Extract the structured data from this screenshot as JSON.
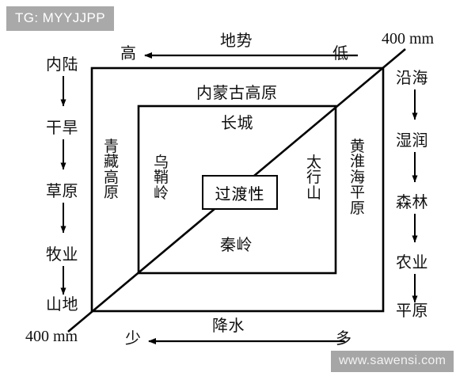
{
  "badge": {
    "text": "TG: MYYJJPP"
  },
  "watermark": {
    "text": "www.sawensi.com"
  },
  "axes": {
    "top": {
      "left_end": "高",
      "title": "地势",
      "right_end": "低"
    },
    "bottom": {
      "left_end": "少",
      "title": "降水",
      "right_end": "多"
    }
  },
  "isohyet": {
    "top_right_label": "400 mm",
    "bottom_left_label": "400 mm"
  },
  "left_chain": {
    "items": [
      {
        "label": "内陆"
      },
      {
        "label": "干旱"
      },
      {
        "label": "草原"
      },
      {
        "label": "牧业"
      },
      {
        "label": "山地"
      }
    ]
  },
  "right_chain": {
    "items": [
      {
        "label": "沿海"
      },
      {
        "label": "湿润"
      },
      {
        "label": "森林"
      },
      {
        "label": "农业"
      },
      {
        "label": "平原"
      }
    ]
  },
  "regions": {
    "outer_left_vertical": "青藏高原",
    "outer_right_vertical": "黄淮海平原",
    "outer_top": "内蒙古高原",
    "inner_top": "长城",
    "inner_left_vertical": "乌鞘岭",
    "inner_right_vertical": "太行山",
    "inner_bottom": "秦岭",
    "center_box": "过渡性"
  },
  "colors": {
    "stroke": "#000000",
    "background": "#ffffff",
    "badge_bg": "#a9a9a9",
    "watermark_bg": "#a6a6a6"
  }
}
